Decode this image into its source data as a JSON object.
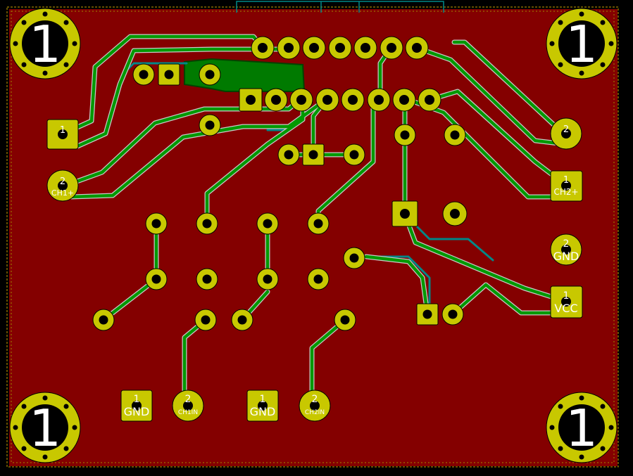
{
  "view": {
    "colors": {
      "background": "#000000",
      "copper_fill": "#840000",
      "track": "#009900",
      "track_outline": "#c8c8c8",
      "pad": "#c8c800",
      "drill": "#000000",
      "back_track": "#008888",
      "fill_zone": "#007a00",
      "edge_cuts": "#c8a000",
      "text": "#ffffff"
    }
  },
  "mounting_holes": [
    {
      "id": "hole-top-left",
      "label": "1"
    },
    {
      "id": "hole-top-right",
      "label": "1"
    },
    {
      "id": "hole-bottom-left",
      "label": "1"
    },
    {
      "id": "hole-bottom-right",
      "label": "1"
    }
  ],
  "connectors": [
    {
      "id": "conn-left-1",
      "num": "1",
      "label": "",
      "shape": "square"
    },
    {
      "id": "conn-left-2",
      "num": "2",
      "label": "CH1+",
      "shape": "round"
    },
    {
      "id": "conn-right-2-top",
      "num": "2",
      "label": "",
      "shape": "round"
    },
    {
      "id": "conn-right-ch2",
      "num": "1",
      "label": "CH2+",
      "shape": "square"
    },
    {
      "id": "conn-right-gnd",
      "num": "2",
      "label": "GND",
      "shape": "round"
    },
    {
      "id": "conn-right-vcc",
      "num": "1",
      "label": "VCC",
      "shape": "square"
    },
    {
      "id": "conn-bottom-gnd-1",
      "num": "1",
      "label": "GND",
      "shape": "square"
    },
    {
      "id": "conn-bottom-ch1",
      "num": "2",
      "label": "CH1IN",
      "shape": "round"
    },
    {
      "id": "conn-bottom-gnd-2",
      "num": "1",
      "label": "GND",
      "shape": "square"
    },
    {
      "id": "conn-bottom-ch2",
      "num": "2",
      "label": "CH2IN",
      "shape": "round"
    }
  ]
}
